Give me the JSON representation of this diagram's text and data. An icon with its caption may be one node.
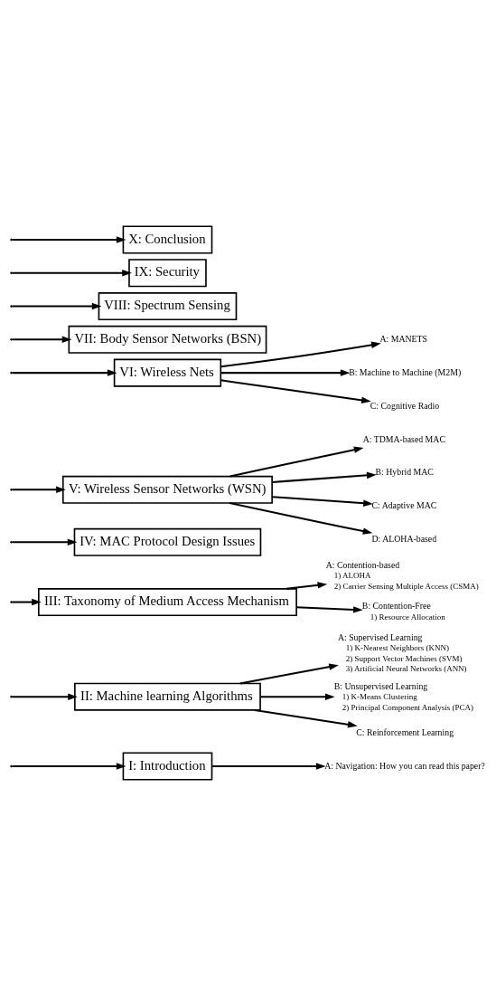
{
  "diagram": {
    "nodes": [
      {
        "text": [
          "I: Introduction"
        ]
      },
      {
        "text": [
          "A: Navigation: How you can read this paper?"
        ]
      },
      {
        "text": [
          "II: Machine learning Algorithms"
        ]
      },
      {
        "text": [
          "A: Supervised Learning"
        ],
        "beside": [
          "1) K-Nearest Neighbors (KNN)",
          "2) Support Vector Machines (SVM)",
          "3) Artificial Neural Networks (ANN)"
        ]
      },
      {
        "text": [
          "B: Unsupervised Learning"
        ],
        "beside": [
          "1) K-Means Clustering",
          "2) Principal Component Analysis (PCA)"
        ]
      },
      {
        "text": [
          "C: Reinforcement Learning"
        ]
      },
      {
        "text": [
          "III: Taxonomy of Medium Access Mechanism"
        ]
      },
      {
        "text": [
          "A: Contention-based"
        ],
        "beside": [
          "1) ALOHA",
          "2) Carrier Sensing Multiple Access (CSMA)"
        ]
      },
      {
        "text": [
          "B: Contention-Free"
        ],
        "beside": [
          "1) Resource Allocation"
        ]
      },
      {
        "text": [
          "IV: MAC Protocol Design Issues"
        ]
      },
      {
        "text": [
          "V: Wireless Sensor Networks (WSN)"
        ]
      },
      {
        "text": [
          "A: TDMA-based MAC"
        ]
      },
      {
        "text": [
          "B: Hybrid MAC"
        ]
      },
      {
        "text": [
          "C: Adaptive MAC"
        ]
      },
      {
        "text": [
          "D: ALOHA-based"
        ]
      },
      {
        "text": [
          "VI: Wireless Nets"
        ]
      },
      {
        "text": [
          "A: MANETS"
        ]
      },
      {
        "text": [
          "B: Machine to Machine (M2M)"
        ]
      },
      {
        "text": [
          "C: Cognitive Radio"
        ]
      },
      {
        "text": [
          "VII: Body Sensor Networks (BSN)"
        ]
      },
      {
        "text": [
          "VIII: Spectrum Sensing"
        ]
      },
      {
        "text": [
          "IX: Security"
        ]
      },
      {
        "text": [
          "X: Conclusion"
        ]
      }
    ],
    "edges": [
      {
        "from": null,
        "to": 0,
        "arrow": "to"
      },
      {
        "from": 0,
        "to": 1,
        "arrow": "to"
      },
      {
        "from": null,
        "to": 2,
        "arrow": "to"
      },
      {
        "from": 2,
        "to": 3,
        "arrow": "to"
      },
      {
        "from": 2,
        "to": 4,
        "arrow": "to"
      },
      {
        "from": 2,
        "to": 5,
        "arrow": "to"
      },
      {
        "from": null,
        "to": 6,
        "arrow": "to"
      },
      {
        "from": 6,
        "to": 7,
        "arrow": "to"
      },
      {
        "from": 6,
        "to": 8,
        "arrow": "to"
      },
      {
        "from": null,
        "to": 9,
        "arrow": "to"
      },
      {
        "from": null,
        "to": 10,
        "arrow": "to"
      },
      {
        "from": 10,
        "to": 11,
        "arrow": "to"
      },
      {
        "from": 10,
        "to": 12,
        "arrow": "to"
      },
      {
        "from": 10,
        "to": 13,
        "arrow": "to"
      },
      {
        "from": 10,
        "to": 14,
        "arrow": "to"
      },
      {
        "from": null,
        "to": 15,
        "arrow": "to"
      },
      {
        "from": 15,
        "to": 16,
        "arrow": "to"
      },
      {
        "from": 15,
        "to": 17,
        "arrow": "to"
      },
      {
        "from": 15,
        "to": 18,
        "arrow": "to"
      },
      {
        "from": null,
        "to": 19,
        "arrow": "to"
      },
      {
        "from": null,
        "to": 20,
        "arrow": "to"
      },
      {
        "from": null,
        "to": 21,
        "arrow": "to"
      },
      {
        "from": null,
        "to": 22,
        "arrow": "to"
      }
    ]
  }
}
